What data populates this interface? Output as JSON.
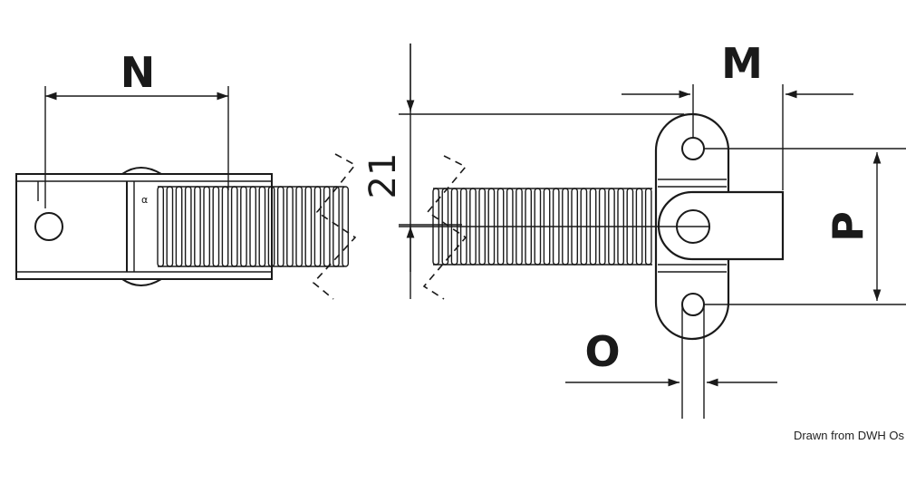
{
  "labels": {
    "dim_n": "N",
    "dim_m": "M",
    "dim_p": "P",
    "dim_o": "O",
    "dim_21": "21"
  },
  "credit": "Drawn from DWH Os",
  "colors": {
    "line": "#1a1a1a",
    "background": "#ffffff"
  }
}
